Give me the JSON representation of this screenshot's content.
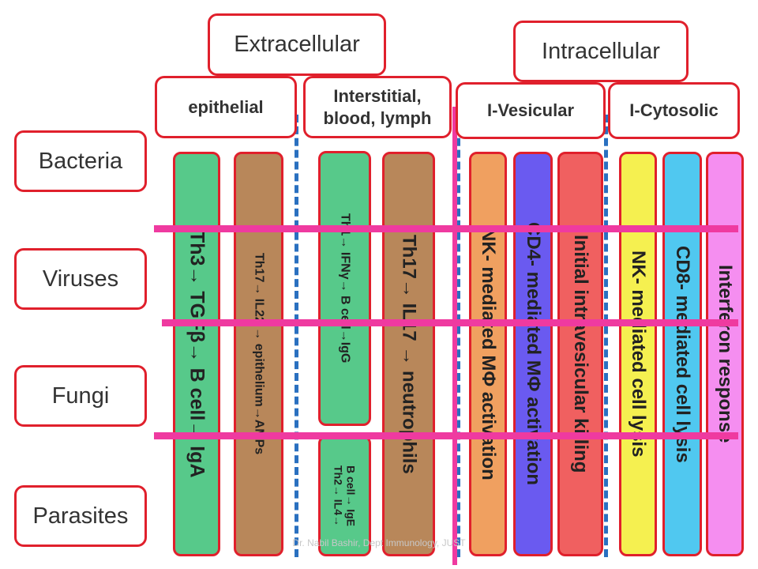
{
  "headers": {
    "extracellular": "Extracellular",
    "intracellular": "Intracellular",
    "epithelial": "epithelial",
    "interstitial_line1": "Interstitial,",
    "interstitial_line2": "blood, lymph",
    "vesicular": "I-Vesicular",
    "cytosolic": "I-Cytosolic"
  },
  "rows": [
    "Bacteria",
    "Viruses",
    "Fungi",
    "Parasites"
  ],
  "columns": [
    {
      "text": "Th3→ TGFβ→ B cell→ IgA",
      "color": "#57c98a"
    },
    {
      "text": "Th17→ IL22 → epithelium→AMPs",
      "color": "#b8875a"
    },
    {
      "text": "Th1→ IFNγ→ B cell→IgG",
      "color": "#57c98a"
    },
    {
      "text": "Th2→ IL4→",
      "text2": "B cell→ IgE",
      "color": "#57c98a"
    },
    {
      "text": "Th17→ IL17 → neutrophils",
      "color": "#b8875a"
    },
    {
      "text": "NK- mediated MΦ activation",
      "color": "#f0a060"
    },
    {
      "text": "CD4- mediated MΦ activation",
      "color": "#6a5af0"
    },
    {
      "text": "Initial intravesicular killing",
      "color": "#f06060"
    },
    {
      "text": "NK- mediated cell lysis",
      "color": "#f5f050"
    },
    {
      "text": "CD8- mediated cell lysis",
      "color": "#50c8f0"
    },
    {
      "text": "Interferon response",
      "color": "#f58ef0"
    }
  ],
  "footer": "Dr. Nabil Bashir, Dept Immunology, JUST"
}
